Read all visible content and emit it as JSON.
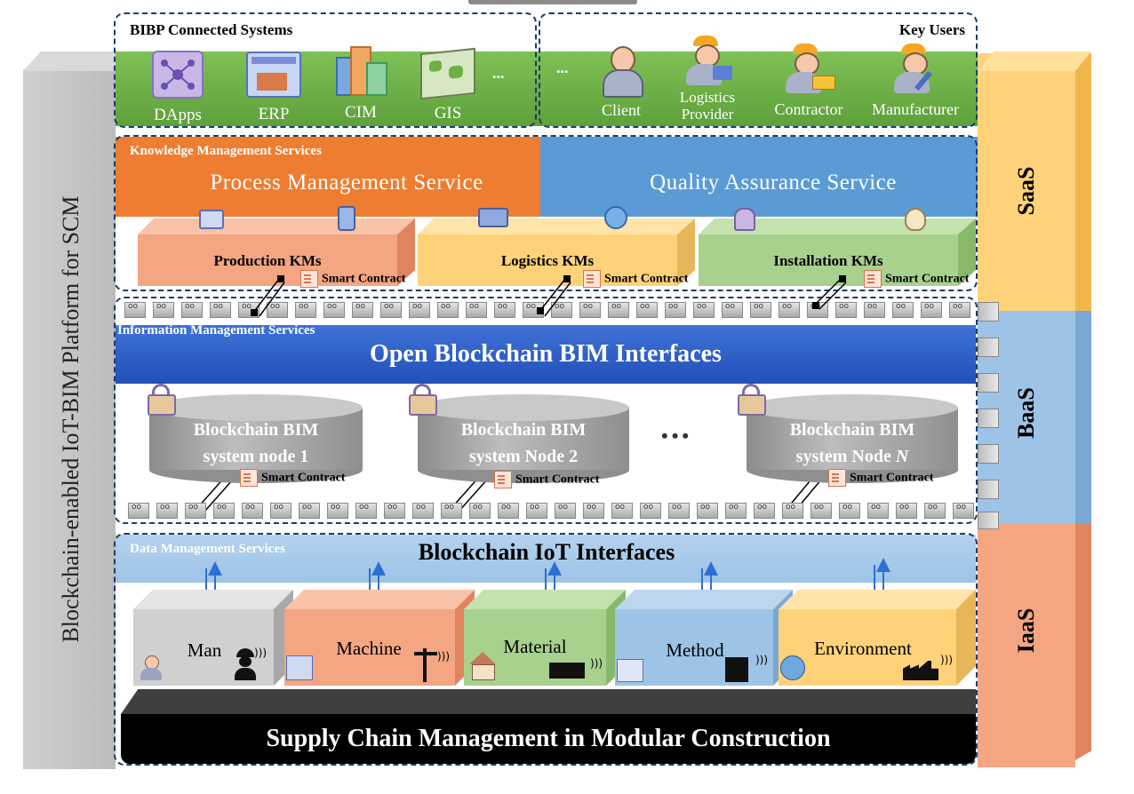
{
  "platform_label": "Blockchain-enabled IoT-BIM Platform for SCM",
  "layers": {
    "saas": "SaaS",
    "baas": "BaaS",
    "iaas": "IaaS"
  },
  "top": {
    "connected_title": "BIBP Connected Systems",
    "connected_items": [
      "DApps",
      "ERP",
      "CIM",
      "GIS",
      "..."
    ],
    "users_title": "Key Users",
    "users_items": [
      "...",
      "Client",
      "Logistics Provider",
      "Contractor",
      "Manufacturer"
    ]
  },
  "knowledge": {
    "title": "Knowledge Management Services",
    "process": "Process Management Service",
    "quality": "Quality Assurance Service",
    "kms": [
      "Production KMs",
      "Logistics KMs",
      "Installation KMs"
    ],
    "smart_contract": "Smart Contract"
  },
  "information": {
    "title": "Information Management Services",
    "interfaces": "Open Blockchain BIM Interfaces",
    "nodes": [
      {
        "line1": "Blockchain BIM",
        "line2": "system node 1"
      },
      {
        "line1": "Blockchain BIM",
        "line2": "system Node 2"
      },
      {
        "line1": "Blockchain BIM",
        "line2": "system Node",
        "suffix": "N"
      }
    ],
    "ellipsis": "•••"
  },
  "data": {
    "title": "Data Management Services",
    "interfaces": "Blockchain IoT Interfaces",
    "resources": [
      "Man",
      "Machine",
      "Material",
      "Method",
      "Environment"
    ]
  },
  "footer": "Supply Chain Management in Modular Construction",
  "colors": {
    "green": "#6fb046",
    "orange": "#ee7d31",
    "blue": "#5b9bd5",
    "darkblue": "#2e5fc7",
    "saas": "#ffd27a",
    "baas": "#9dc3e6",
    "iaas": "#f4a582"
  }
}
